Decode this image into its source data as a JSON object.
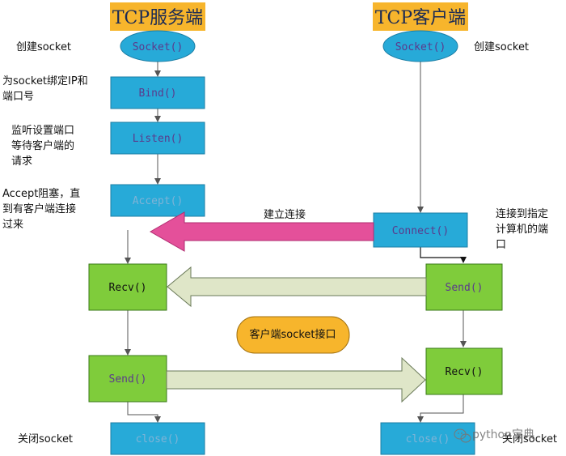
{
  "server": {
    "title": "TCP服务端",
    "socket": "Socket()",
    "bind": "Bind()",
    "listen": "Listen()",
    "accept": "Accept()",
    "recv": "Recv()",
    "send": "Send()",
    "close": "close()"
  },
  "client": {
    "title": "TCP客户端",
    "socket": "Socket()",
    "connect": "Connect()",
    "send": "Send()",
    "recv": "Recv()",
    "close": "close()"
  },
  "annotations": {
    "server_create": "创建socket",
    "bind_line1": "为socket绑定IP和",
    "bind_line2": "端口号",
    "listen_line1": "监听设置端口",
    "listen_line2": "等待客户端的",
    "listen_line3": "请求",
    "accept_line1": "Accept阻塞，直",
    "accept_line2": "到有客户端连接",
    "accept_line3": "过来",
    "client_create": "创建socket",
    "connect_line1": "连接到指定",
    "connect_line2": "计算机的端",
    "connect_line3": "口",
    "establish": "建立连接",
    "interface": "客户端socket接口",
    "server_close": "关闭socket",
    "client_close": "关闭socket",
    "watermark": "python宝典"
  },
  "colors": {
    "title_bg": "#f7b52c",
    "oval_fill": "#27aad8",
    "box_fill": "#27aad8",
    "green_fill": "#7fcc3b",
    "pink_arrow": "#e4509a",
    "pale_arrow": "#dfe6c8",
    "interface_fill": "#f7b52c",
    "line": "#4a6a8a"
  }
}
